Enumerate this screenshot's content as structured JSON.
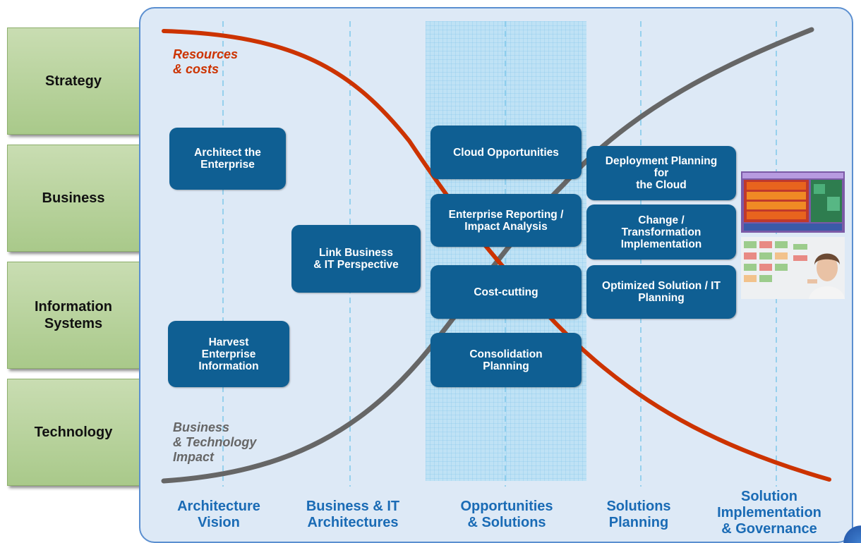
{
  "layers": [
    {
      "id": "strategy",
      "label": "Strategy"
    },
    {
      "id": "business",
      "label": "Business"
    },
    {
      "id": "information-systems",
      "label": "Information\nSystems"
    },
    {
      "id": "technology",
      "label": "Technology"
    }
  ],
  "curves": {
    "resources": {
      "label": "Resources\n& costs",
      "color": "#cc3300"
    },
    "impact": {
      "label": "Business\n& Technology\nImpact",
      "color": "#666666"
    }
  },
  "boxes": [
    {
      "id": "architect-the-enterprise",
      "label": "Architect the\nEnterprise"
    },
    {
      "id": "harvest-enterprise-information",
      "label": "Harvest\nEnterprise\nInformation"
    },
    {
      "id": "link-business-it-perspective",
      "label": "Link Business\n& IT Perspective"
    },
    {
      "id": "cloud-opportunities",
      "label": "Cloud Opportunities"
    },
    {
      "id": "enterprise-reporting-impact-analysis",
      "label": "Enterprise Reporting /\nImpact Analysis"
    },
    {
      "id": "cost-cutting",
      "label": "Cost-cutting"
    },
    {
      "id": "consolidation-planning",
      "label": "Consolidation\nPlanning"
    },
    {
      "id": "deployment-planning-for-the-cloud",
      "label": "Deployment Planning\nfor\nthe Cloud"
    },
    {
      "id": "change-transformation-implementation",
      "label": "Change /\nTransformation\nImplementation"
    },
    {
      "id": "optimized-solution-it-planning",
      "label": "Optimized Solution / IT\nPlanning"
    }
  ],
  "phases": [
    {
      "id": "architecture-vision",
      "label": "Architecture\nVision"
    },
    {
      "id": "business-it-architectures",
      "label": "Business & IT\nArchitectures"
    },
    {
      "id": "opportunities-solutions",
      "label": "Opportunities\n& Solutions"
    },
    {
      "id": "solutions-planning",
      "label": "Solutions\nPlanning"
    },
    {
      "id": "solution-implementation-governance",
      "label": "Solution\nImplementation\n& Governance"
    }
  ],
  "colors": {
    "box": "#0f5f93",
    "phase_text": "#1a6bb5",
    "panel": "#dde9f6",
    "panel_border": "#5b8fd0",
    "highlight": "#bfe2f5",
    "layer_tab": "#b5d197",
    "resources_curve": "#cc3300",
    "impact_curve": "#666666"
  }
}
